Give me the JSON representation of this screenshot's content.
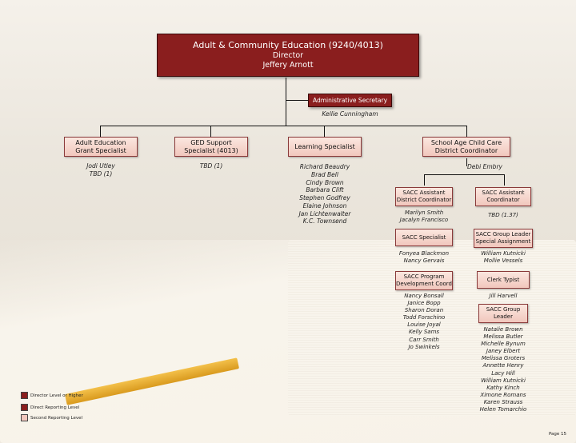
{
  "director": {
    "title": "Adult & Community Education (9240/4013)",
    "role": "Director",
    "name": "Jeffery Arnott"
  },
  "secretary": {
    "title": "Administrative Secretary",
    "name": "Kellie Cunningham"
  },
  "level2": [
    {
      "title": "Adult Education Grant Specialist",
      "names": [
        "Jodi Utley",
        "TBD (1)"
      ]
    },
    {
      "title": "GED Support Specialist (4013)",
      "names": [
        "TBD (1)"
      ]
    },
    {
      "title": "Learning Specialist",
      "names": [
        "Richard Beaudry",
        "Brad Bell",
        "Cindy Brown",
        "Barbara Clift",
        "Stephen Godfrey",
        "Elaine Johnson",
        "Jan Lichtenwalter",
        "K.C. Townsend"
      ]
    },
    {
      "title": "School Age Child Care District Coordinator",
      "names": [
        "Debi Embry"
      ]
    }
  ],
  "sacc_left": [
    {
      "title": "SACC Assistant District Coordinator",
      "names": [
        "Marilyn Smith",
        "Jacalyn Francisco"
      ]
    },
    {
      "title": "SACC Specialist",
      "names": [
        "Fonyea Blackmon",
        "Nancy Gervais"
      ]
    },
    {
      "title": "SACC Program Development Coord",
      "names": [
        "Nancy Bonsall",
        "Janice Bopp",
        "Sharon Doran",
        "Todd Forschino",
        "Louise Joyal",
        "Kelly Sams",
        "Carr Smith",
        "Jo Swinkels"
      ]
    }
  ],
  "sacc_right": [
    {
      "title": "SACC Assistant Coordinator",
      "names": [
        "TBD (1.37)"
      ]
    },
    {
      "title": "SACC Group Leader Special Assignment",
      "names": [
        "William Kutnicki",
        "Mollie Vessels"
      ]
    },
    {
      "title": "Clerk Typist",
      "names": [
        "Jill Harvell"
      ]
    },
    {
      "title": "SACC Group Leader",
      "names": [
        "Natalie Brown",
        "Melissa Butler",
        "Michelle Bynum",
        "Janey Elbert",
        "Melissa Groters",
        "Annette Henry",
        "Lacy Hill",
        "William Kutnicki",
        "Kathy Kinch",
        "Ximone Romans",
        "Karen Strauss",
        "Helen Tomarchio"
      ]
    }
  ],
  "legend": [
    {
      "label": "Director Level or Higher",
      "color": "#8a1e1e"
    },
    {
      "label": "Direct Reporting Level",
      "color": "#8a1e1e"
    },
    {
      "label": "Second Reporting Level",
      "color": "#f1c7bd"
    }
  ],
  "page_number": "Page 15"
}
